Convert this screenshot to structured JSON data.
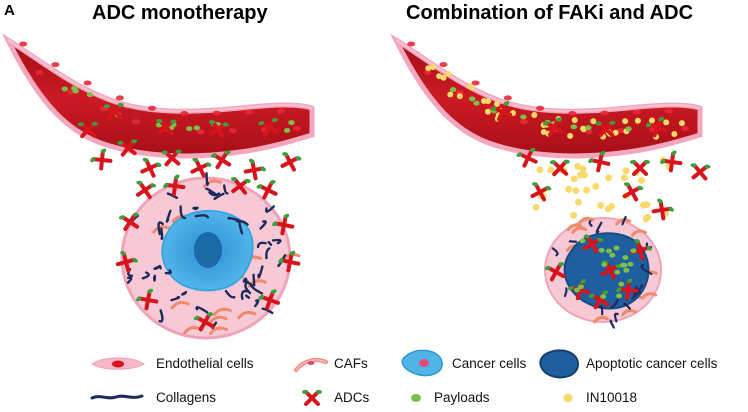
{
  "panel_letter": "A",
  "panels": [
    {
      "title": "ADC monotherapy"
    },
    {
      "title": "Combination of FAKi and ADC"
    }
  ],
  "legend": [
    {
      "label": "Endothelial cells",
      "icon": "endothelial-cell-icon"
    },
    {
      "label": "CAFs",
      "icon": "caf-icon"
    },
    {
      "label": "Cancer cells",
      "icon": "cancer-cell-icon"
    },
    {
      "label": "Apoptotic cancer cells",
      "icon": "apoptotic-cancer-cell-icon"
    },
    {
      "label": "Collagens",
      "icon": "collagen-icon"
    },
    {
      "label": "ADCs",
      "icon": "adc-icon"
    },
    {
      "label": "Payloads",
      "icon": "payload-icon"
    },
    {
      "label": "IN10018",
      "icon": "in10018-icon"
    }
  ],
  "colors": {
    "vessel": "#c4121c",
    "vessel_edge": "#f3a7bd",
    "endothelial": "#f7b8cb",
    "adc_arm": "#d7141c",
    "adc_tail": "#39a13c",
    "payload": "#7cc04a",
    "in10018": "#f8d96a",
    "collagen": "#1d2b5c",
    "caf": "#f08a6a",
    "cancer": "#4fb4e6",
    "apoptotic": "#1f5fa0"
  }
}
